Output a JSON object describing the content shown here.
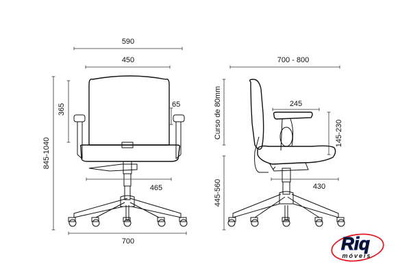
{
  "front_view": {
    "width_overall": "590",
    "width_back": "450",
    "back_height": "365",
    "armrest_adjust": "65",
    "total_height": "845-1040",
    "seat_width": "465",
    "base_width": "700"
  },
  "side_view": {
    "depth_overall": "700 - 800",
    "back_travel": "Curso de 80mm",
    "armrest_depth": "245",
    "armrest_height": "145-230",
    "seat_height": "445-560",
    "seat_depth": "430"
  },
  "logo": {
    "brand": "Riq",
    "subtitle": "móveis",
    "colors": {
      "primary": "#1e4fd6",
      "outline": "#0a1f6e",
      "accent": "#e01b24"
    }
  }
}
